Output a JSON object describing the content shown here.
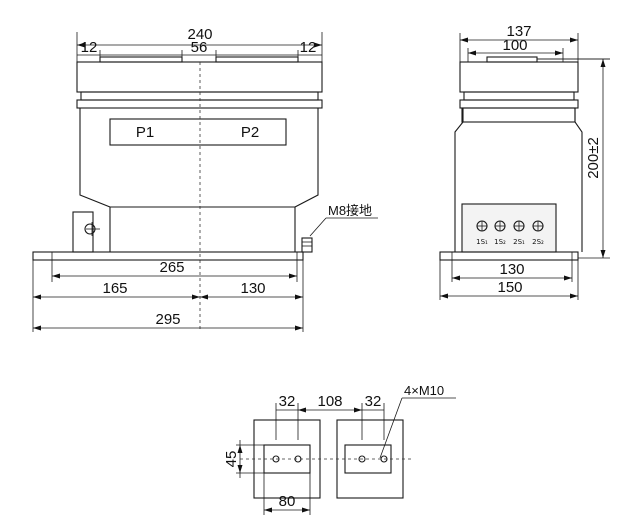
{
  "front_view": {
    "dim_top_total": "240",
    "dim_left_margin": "12",
    "dim_center_gap": "56",
    "dim_right_margin": "12",
    "label_p1": "P1",
    "label_p2": "P2",
    "label_ground": "M8接地",
    "dim_mount_span": "265",
    "dim_left_part": "165",
    "dim_right_part": "130",
    "dim_base_total": "295"
  },
  "side_view": {
    "dim_top_total": "137",
    "dim_top_inner": "100",
    "dim_height": "200±2",
    "terminal_labels": [
      "1S₁",
      "1S₂",
      "2S₁",
      "2S₂"
    ],
    "dim_mount_span": "130",
    "dim_base_total": "150"
  },
  "terminal_plate_view": {
    "dim_hole_pitch_left": "32",
    "dim_gap": "108",
    "dim_hole_pitch_right": "32",
    "label_holes": "4×M10",
    "dim_height": "45",
    "dim_width": "80"
  }
}
